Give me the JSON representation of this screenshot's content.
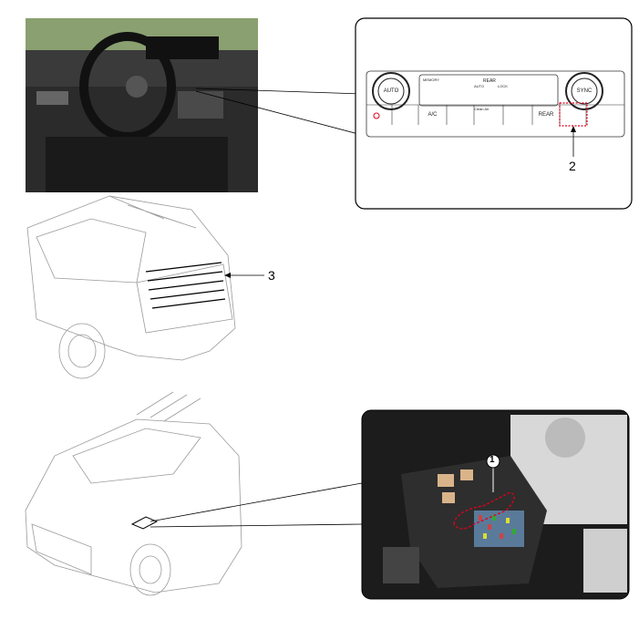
{
  "callouts": {
    "one": "1",
    "two": "2",
    "three": "3"
  },
  "control_panel": {
    "knob_left": "AUTO",
    "knob_right": "SYNC",
    "display": {
      "memory": "MEMORY",
      "rear": "REAR",
      "auto": "AUTO",
      "lock": "LOCK"
    },
    "clean_air": "Clean Air",
    "buttons": [
      "A/C",
      "REAR"
    ],
    "highlight_color": "#e0001b"
  },
  "colors": {
    "line": "#000000",
    "highlight": "#e0001b",
    "drawing_gray": "#9a9a9a"
  }
}
